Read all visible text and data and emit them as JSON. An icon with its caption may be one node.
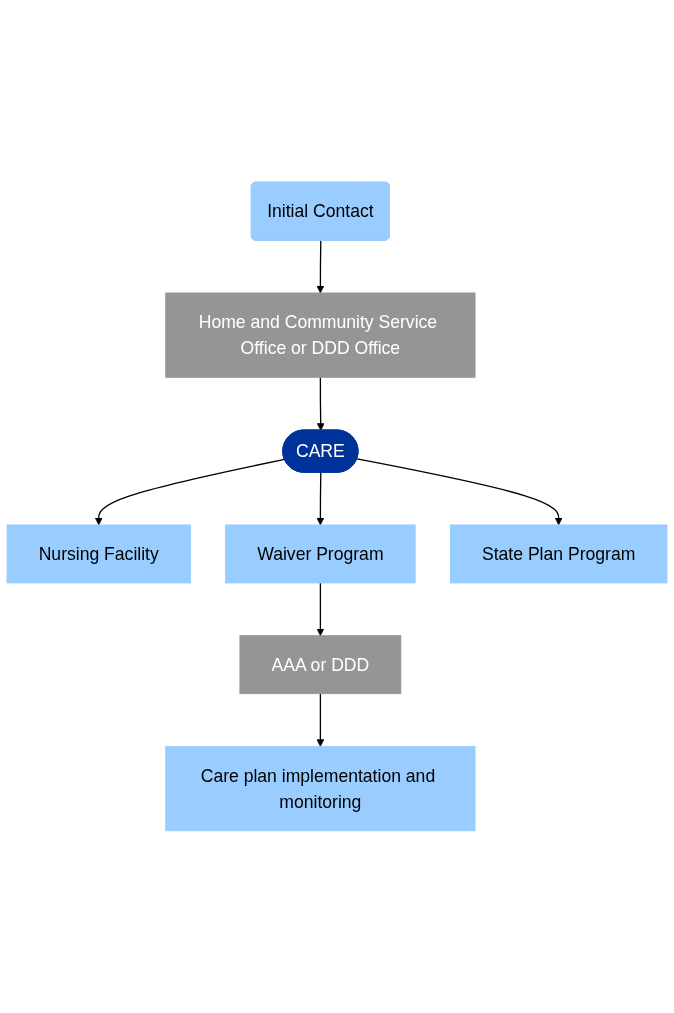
{
  "diagram": {
    "nodes": [
      {
        "text": [
          "Initial Contact"
        ]
      },
      {
        "text": [
          "Home and Community Service Office or DDD Office"
        ]
      },
      {
        "text": [
          "CARE"
        ]
      },
      {
        "text": [
          "Nursing Facility"
        ]
      },
      {
        "text": [
          "Waiver Program"
        ]
      },
      {
        "text": [
          "State Plan Program"
        ]
      },
      {
        "text": [
          "AAA or DDD"
        ]
      },
      {
        "text": [
          "Care plan implementation and monitoring"
        ]
      }
    ],
    "edges": [
      {
        "from": 0,
        "to": 1,
        "arrow": "to"
      },
      {
        "from": 1,
        "to": 2,
        "arrow": "to"
      },
      {
        "from": 2,
        "to": 3,
        "arrow": "to"
      },
      {
        "from": 2,
        "to": 4,
        "arrow": "to"
      },
      {
        "from": 2,
        "to": 5,
        "arrow": "to"
      },
      {
        "from": 4,
        "to": 6,
        "arrow": "to"
      },
      {
        "from": 6,
        "to": 7,
        "arrow": "to"
      }
    ]
  }
}
